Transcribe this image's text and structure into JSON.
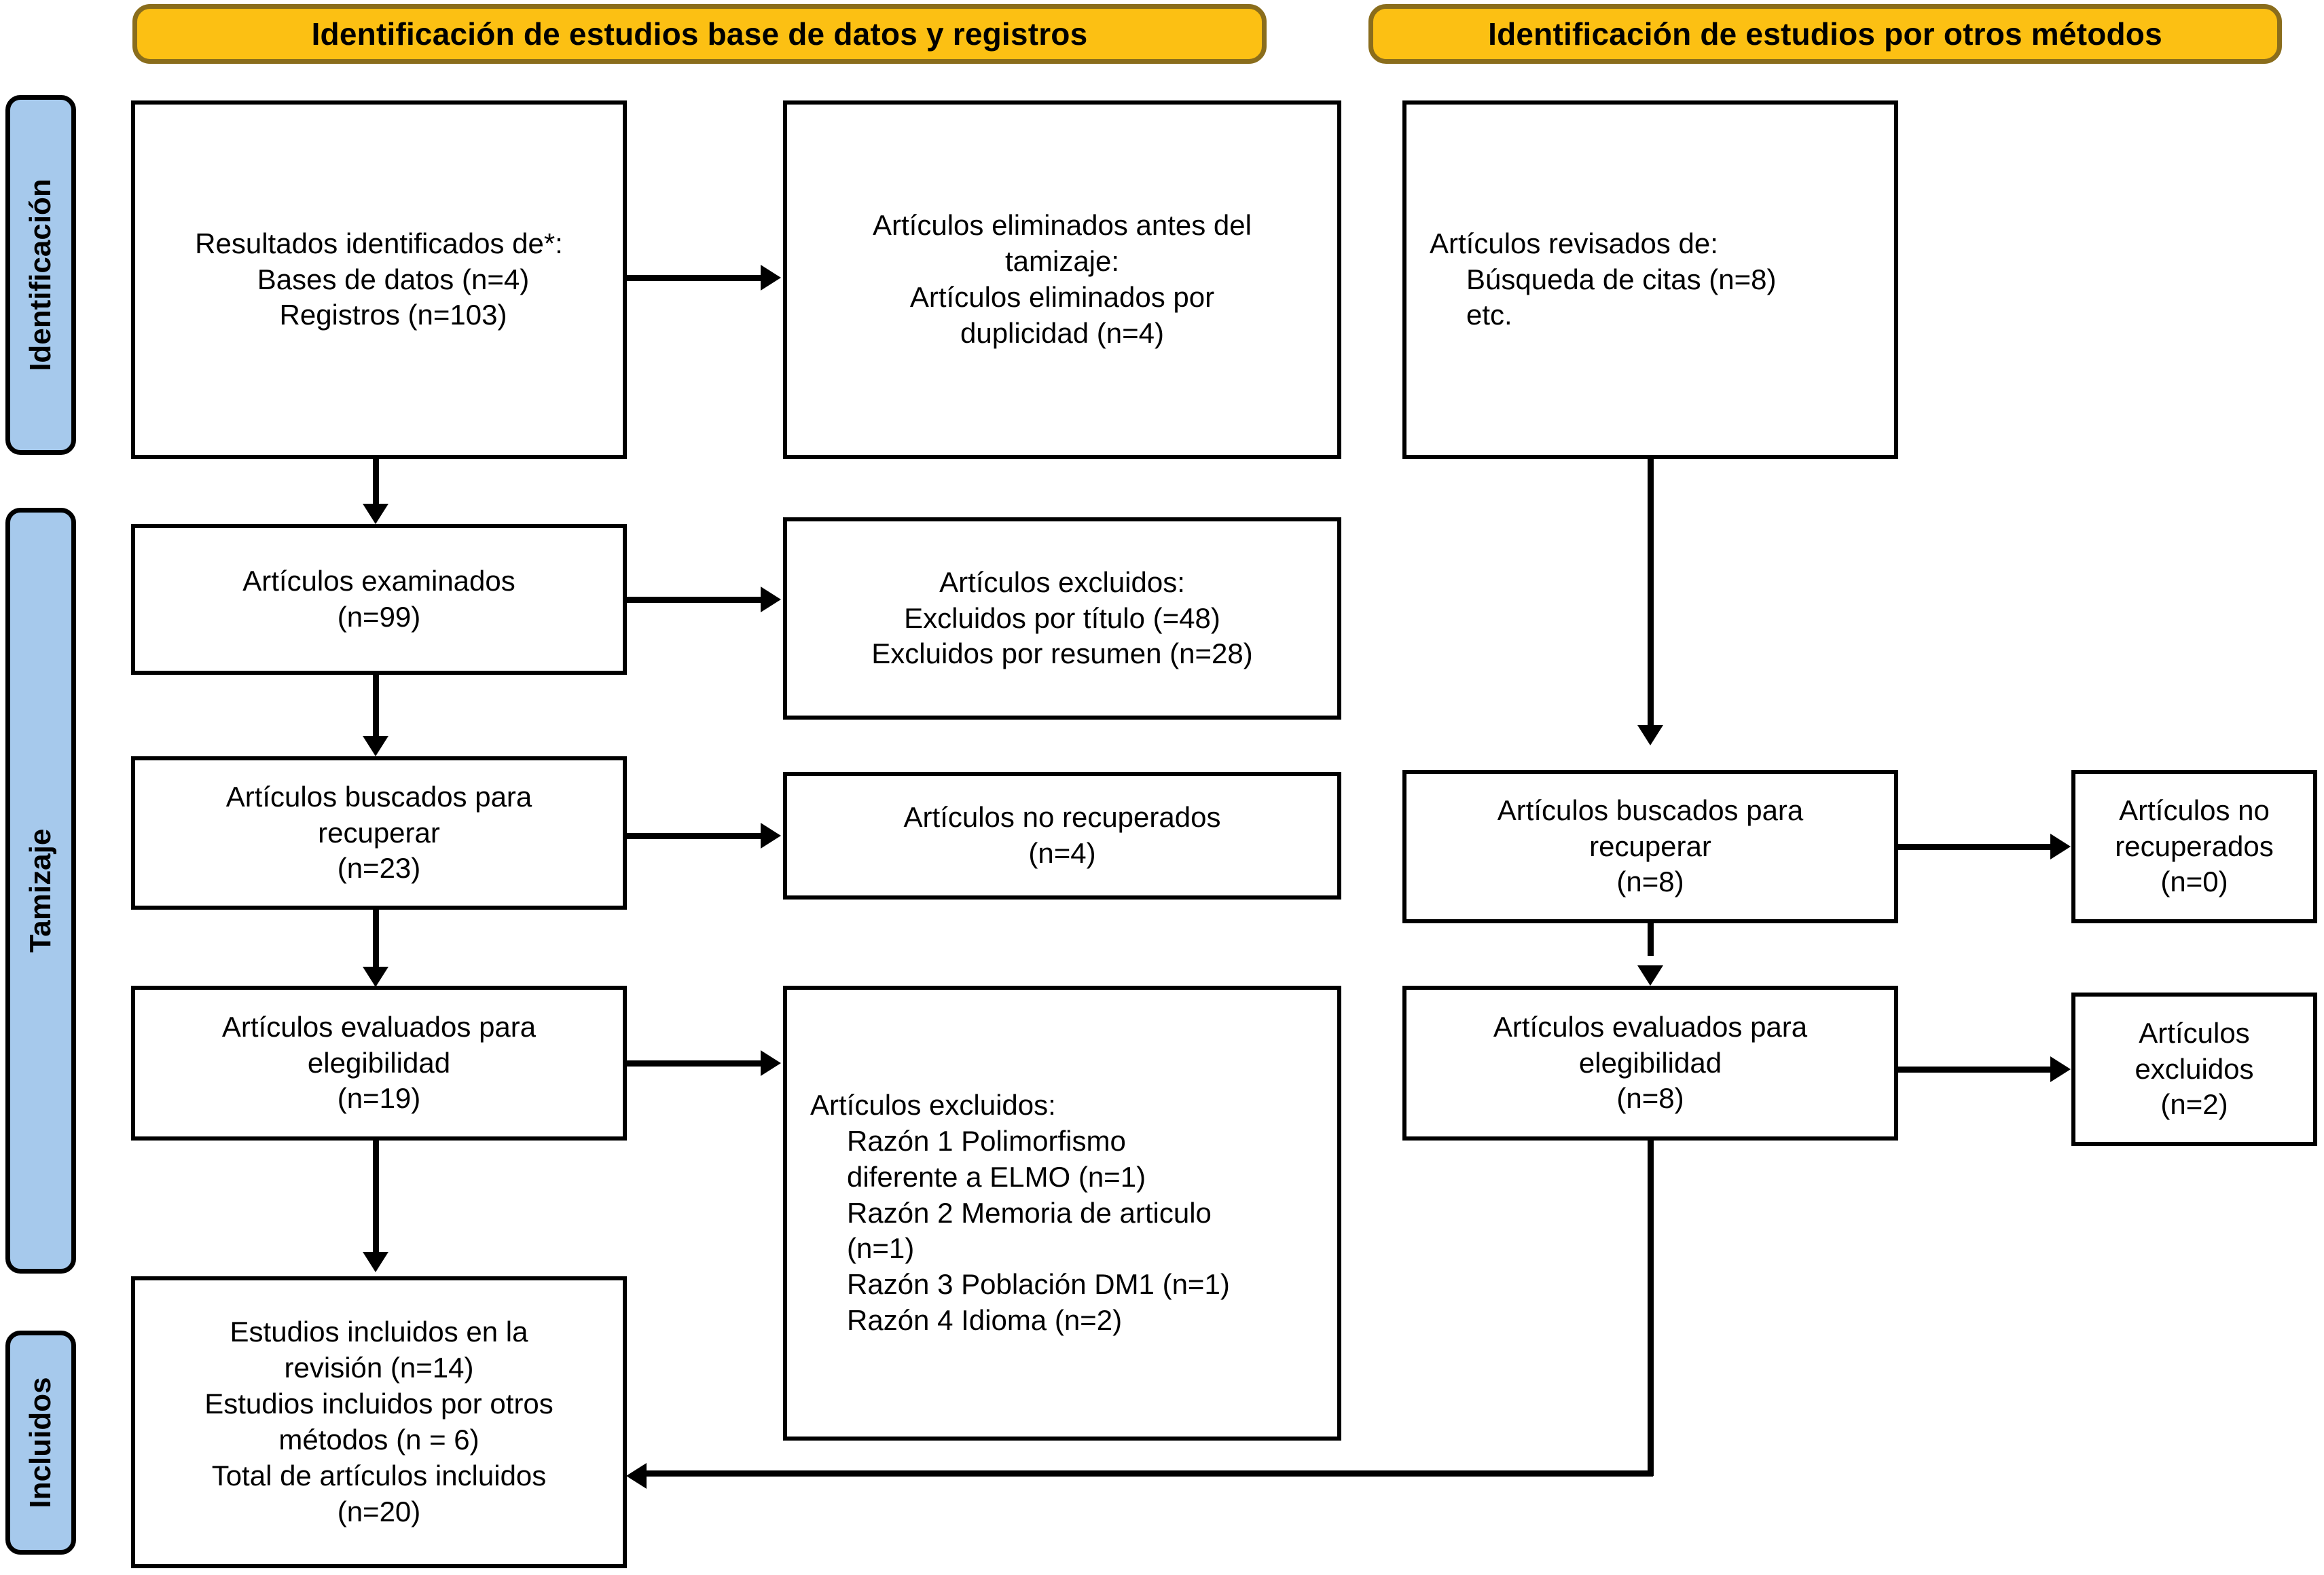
{
  "diagram": {
    "type": "prisma-flow-diagram",
    "language": "es",
    "colors": {
      "banner_fill": "#FCC013",
      "banner_border": "#8A6D1C",
      "phase_fill": "#A6C9EC",
      "phase_border": "#000000",
      "box_fill": "#FFFFFF",
      "box_border": "#000000",
      "connector": "#000000"
    }
  },
  "banners": [
    {
      "id": "banner-left",
      "label": "Identificación de estudios base de datos y registros"
    },
    {
      "id": "banner-right",
      "label": "Identificación de estudios por otros métodos"
    }
  ],
  "phases": [
    {
      "id": "phase-identificacion",
      "label": "Identificación"
    },
    {
      "id": "phase-tamizaje",
      "label": "Tamizaje"
    },
    {
      "id": "phase-incluidos",
      "label": "Incluidos"
    }
  ],
  "boxes": {
    "identified": {
      "line1": "Resultados identificados de*:",
      "line2": "Bases de datos (n=4)",
      "line3": "Registros (n=103)"
    },
    "removed_before_screening": {
      "line1": "Artículos eliminados antes del",
      "line2": "tamizaje:",
      "line3": "Artículos eliminados por",
      "line4": "duplicidad (n=4)"
    },
    "other_sources": {
      "line1": "Artículos revisados de:",
      "line2": "Búsqueda de citas (n=8)",
      "line3": "etc."
    },
    "screened": {
      "line1": "Artículos examinados",
      "line2": "(n=99)"
    },
    "excluded_screening": {
      "line1": "Artículos excluidos:",
      "line2": "Excluidos por título (=48)",
      "line3": "Excluidos por resumen (n=28)"
    },
    "sought_left": {
      "line1": "Artículos buscados para",
      "line2": "recuperar",
      "line3": "(n=23)"
    },
    "not_retrieved_left": {
      "line1": "Artículos no recuperados",
      "line2": "(n=4)"
    },
    "assessed_left": {
      "line1": "Artículos evaluados para",
      "line2": "elegibilidad",
      "line3": "(n=19)"
    },
    "excluded_reasons": {
      "line1": "Artículos excluidos:",
      "line2": "Razón 1 Polimorfismo",
      "line3": "diferente a ELMO (n=1)",
      "line4": "Razón 2 Memoria de articulo",
      "line5": "(n=1)",
      "line6": "Razón 3 Población DM1 (n=1)",
      "line7": "Razón 4 Idioma (n=2)"
    },
    "sought_right": {
      "line1": "Artículos buscados para",
      "line2": "recuperar",
      "line3": "(n=8)"
    },
    "not_retrieved_right": {
      "line1": "Artículos no",
      "line2": "recuperados",
      "line3": "(n=0)"
    },
    "assessed_right": {
      "line1": "Artículos evaluados para",
      "line2": "elegibilidad",
      "line3": "(n=8)"
    },
    "excluded_right": {
      "line1": "Artículos",
      "line2": "excluidos",
      "line3": "(n=2)"
    },
    "included": {
      "line1": "Estudios incluidos en la",
      "line2": "revisión (n=14)",
      "line3": "Estudios incluidos por otros",
      "line4": "métodos (n = 6)",
      "line5": "Total de artículos incluidos",
      "line6": "(n=20)"
    }
  },
  "chart_data": {
    "type": "table",
    "title": "PRISMA 2020 flow diagram (Spanish)",
    "nodes": [
      {
        "key": "identified_databases",
        "label": "Bases de datos",
        "n": 4
      },
      {
        "key": "identified_registers",
        "label": "Registros",
        "n": 103
      },
      {
        "key": "removed_duplicates",
        "label": "Artículos eliminados por duplicidad",
        "n": 4
      },
      {
        "key": "screened",
        "label": "Artículos examinados",
        "n": 99
      },
      {
        "key": "excluded_title",
        "label": "Excluidos por título",
        "n": 48
      },
      {
        "key": "excluded_abstract",
        "label": "Excluidos por resumen",
        "n": 28
      },
      {
        "key": "sought_left",
        "label": "Artículos buscados para recuperar",
        "n": 23
      },
      {
        "key": "not_retrieved_left",
        "label": "Artículos no recuperados",
        "n": 4
      },
      {
        "key": "assessed_left",
        "label": "Artículos evaluados para elegibilidad",
        "n": 19
      },
      {
        "key": "excluded_reason_1",
        "label": "Razón 1 Polimorfismo diferente a ELMO",
        "n": 1
      },
      {
        "key": "excluded_reason_2",
        "label": "Razón 2 Memoria de articulo",
        "n": 1
      },
      {
        "key": "excluded_reason_3",
        "label": "Razón 3 Población DM1",
        "n": 1
      },
      {
        "key": "excluded_reason_4",
        "label": "Razón 4 Idioma",
        "n": 2
      },
      {
        "key": "other_citation_search",
        "label": "Búsqueda de citas",
        "n": 8
      },
      {
        "key": "sought_right",
        "label": "Artículos buscados para recuperar (otros métodos)",
        "n": 8
      },
      {
        "key": "not_retrieved_right",
        "label": "Artículos no recuperados (otros métodos)",
        "n": 0
      },
      {
        "key": "assessed_right",
        "label": "Artículos evaluados para elegibilidad (otros métodos)",
        "n": 8
      },
      {
        "key": "excluded_right",
        "label": "Artículos excluidos (otros métodos)",
        "n": 2
      },
      {
        "key": "included_review",
        "label": "Estudios incluidos en la revisión",
        "n": 14
      },
      {
        "key": "included_other",
        "label": "Estudios incluidos por otros métodos",
        "n": 6
      },
      {
        "key": "included_total",
        "label": "Total de artículos incluidos",
        "n": 20
      }
    ]
  }
}
